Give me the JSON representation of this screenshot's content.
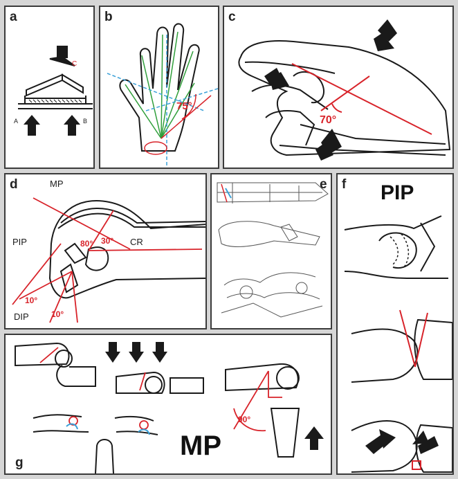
{
  "figure": {
    "panel_labels": [
      "a",
      "b",
      "c",
      "d",
      "e",
      "f",
      "g"
    ],
    "panel_a": {
      "label_c": "C",
      "label_a": "A",
      "label_b": "B"
    },
    "panel_b": {
      "angle": "75°"
    },
    "panel_c": {
      "angle": "70°"
    },
    "panel_d": {
      "mp": "MP",
      "pip": "PIP",
      "cr": "CR",
      "dip": "DIP",
      "angle_80": "80°",
      "angle_30": "30°",
      "angle_10a": "10°",
      "angle_10b": "10°"
    },
    "panel_f": {
      "title": "PIP"
    },
    "panel_g": {
      "title": "MP",
      "angle": "90°"
    },
    "colors": {
      "red": "#d8232a",
      "green": "#2f9e3a",
      "blue": "#3aa0d8",
      "ink": "#1a1a1a"
    }
  }
}
